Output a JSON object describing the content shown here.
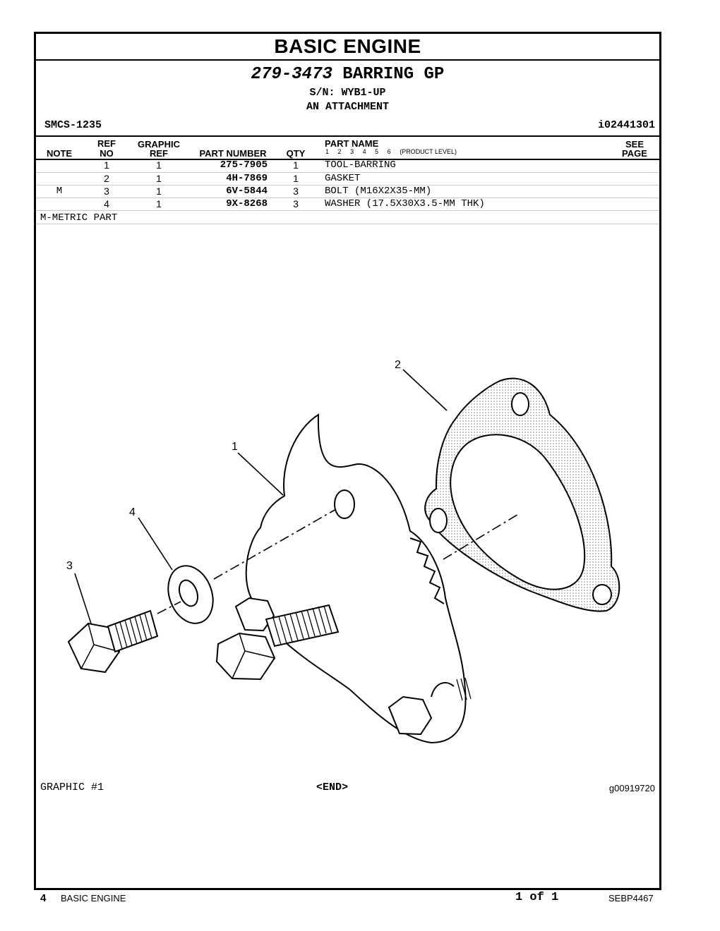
{
  "section_title": "BASIC ENGINE",
  "group": {
    "part_no": "279-3473",
    "name": "BARRING GP",
    "serial": "S/N: WYB1-UP",
    "type": "AN ATTACHMENT"
  },
  "smcs": "SMCS-1235",
  "illustration_id": "i02441301",
  "columns": {
    "note": "NOTE",
    "ref_no_1": "REF",
    "ref_no_2": "NO",
    "graphic_ref_1": "GRAPHIC",
    "graphic_ref_2": "REF",
    "part_number": "PART NUMBER",
    "qty": "QTY",
    "part_name": "PART NAME",
    "product_levels": [
      "1",
      "2",
      "3",
      "4",
      "5",
      "6"
    ],
    "product_level_label": "(PRODUCT LEVEL)",
    "see_page_1": "SEE",
    "see_page_2": "PAGE"
  },
  "parts": [
    {
      "note": "",
      "ref_no": "1",
      "graphic_ref": "1",
      "part_number": "275-7905",
      "qty": "1",
      "part_name": "TOOL-BARRING"
    },
    {
      "note": "",
      "ref_no": "2",
      "graphic_ref": "1",
      "part_number": "4H-7869",
      "qty": "1",
      "part_name": "GASKET"
    },
    {
      "note": "M",
      "ref_no": "3",
      "graphic_ref": "1",
      "part_number": "6V-5844",
      "qty": "3",
      "part_name": "BOLT (M16X2X35-MM)"
    },
    {
      "note": "",
      "ref_no": "4",
      "graphic_ref": "1",
      "part_number": "9X-8268",
      "qty": "3",
      "part_name": "WASHER (17.5X30X3.5-MM THK)"
    }
  ],
  "footnote": "M-METRIC PART",
  "graphic": {
    "label": "GRAPHIC #1",
    "end": "<END>",
    "number": "g00919720",
    "callouts": [
      "1",
      "2",
      "3",
      "4"
    ]
  },
  "page_footer": {
    "page_number": "4",
    "section": "BASIC ENGINE",
    "page_of": "1 of 1",
    "doc_id": "SEBP4467"
  }
}
